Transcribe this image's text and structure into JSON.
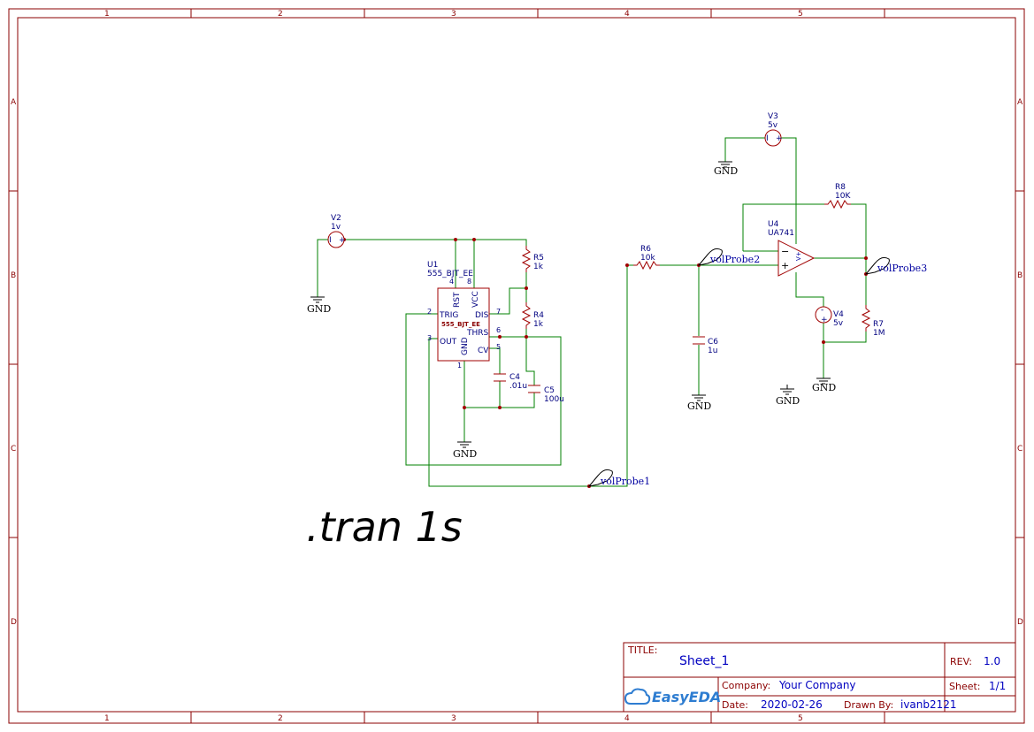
{
  "frame": {
    "col_labels": [
      "1",
      "2",
      "3",
      "4",
      "5"
    ],
    "row_labels": [
      "A",
      "B",
      "C",
      "D"
    ]
  },
  "components": {
    "v2": {
      "ref": "V2",
      "value": "1v"
    },
    "v3": {
      "ref": "V3",
      "value": "5v"
    },
    "v4": {
      "ref": "V4",
      "value": "5v"
    },
    "u1": {
      "ref": "U1",
      "value": "555_BJT_EE",
      "chip_label": "555_BJT_EE",
      "pins": {
        "rst": "RST",
        "vcc": "VCC",
        "trig": "TRIG",
        "dis": "DIS",
        "thrs": "THRS",
        "out": "OUT",
        "gnd": "GND",
        "cv": "CV"
      },
      "pin_numbers": {
        "rst": "4",
        "vcc": "8",
        "trig": "2",
        "dis": "7",
        "thrs": "6",
        "out": "3",
        "gnd": "1",
        "cv": "5"
      }
    },
    "u4": {
      "ref": "U4",
      "value": "UA741"
    },
    "r4": {
      "ref": "R4",
      "value": "1k"
    },
    "r5": {
      "ref": "R5",
      "value": "1k"
    },
    "r6": {
      "ref": "R6",
      "value": "10k"
    },
    "r7": {
      "ref": "R7",
      "value": "1M"
    },
    "r8": {
      "ref": "R8",
      "value": "10K"
    },
    "c4": {
      "ref": "C4",
      "value": ".01u"
    },
    "c5": {
      "ref": "C5",
      "value": "100u"
    },
    "c6": {
      "ref": "C6",
      "value": "1u"
    }
  },
  "gnd_label": "GND",
  "probes": {
    "p1": "volProbe1",
    "p2": "volProbe2",
    "p3": "volProbe3"
  },
  "spice_directive": ".tran 1s",
  "title_block": {
    "title_label": "TITLE:",
    "title": "Sheet_1",
    "rev_label": "REV:",
    "rev": "1.0",
    "company_label": "Company:",
    "company": "Your Company",
    "sheet_label": "Sheet:",
    "sheet": "1/1",
    "date_label": "Date:",
    "date": "2020-02-26",
    "drawn_label": "Drawn By:",
    "drawn": "ivanb2121",
    "logo": "EasyEDA"
  },
  "colors": {
    "frame": "#8b0000",
    "wire": "#008000",
    "part": "#a00000",
    "text": "#000080"
  }
}
